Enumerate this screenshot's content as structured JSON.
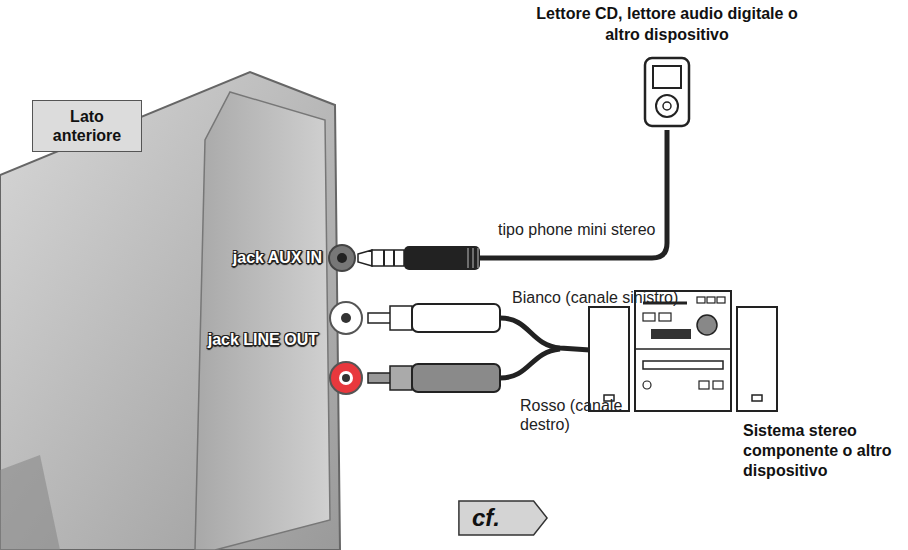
{
  "diagram": {
    "nodes": [
      {
        "text": [
          "Lato anteriore"
        ]
      },
      {
        "text": [
          "Lettore CD, lettore audio digitale o altro dispositivo"
        ]
      },
      {
        "text": [
          "Sistema stereo componente o altro dispositivo"
        ]
      },
      {
        "text": [
          "cf."
        ]
      }
    ],
    "labels": [
      "jack AUX IN",
      "jack LINE OUT",
      "tipo phone mini stereo",
      "Bianco (canale sinistro)",
      "Rosso (canale destro)"
    ]
  }
}
